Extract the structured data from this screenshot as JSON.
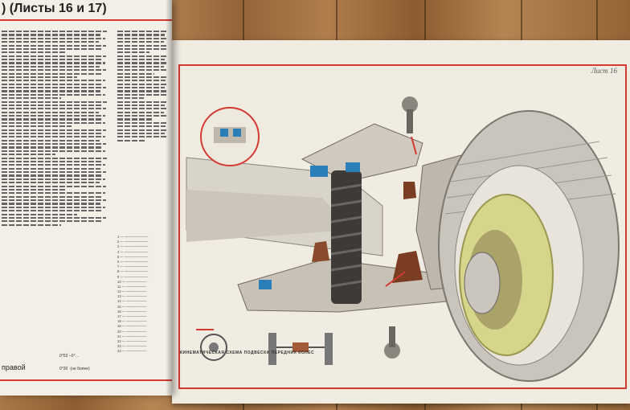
{
  "left_page": {
    "title": ") (Листы 16 и 17)",
    "bottom_word": "правой",
    "specs": [
      "0°53´–0°…",
      "0°30´ (не более)"
    ]
  },
  "right_page": {
    "sheet_label": "Лист 16",
    "caption_bottom": "КИНЕМАТИЧЕСКАЯ СХЕМА ПОДВЕСКИ ПЕРЕДНИХ КОЛЕС"
  }
}
